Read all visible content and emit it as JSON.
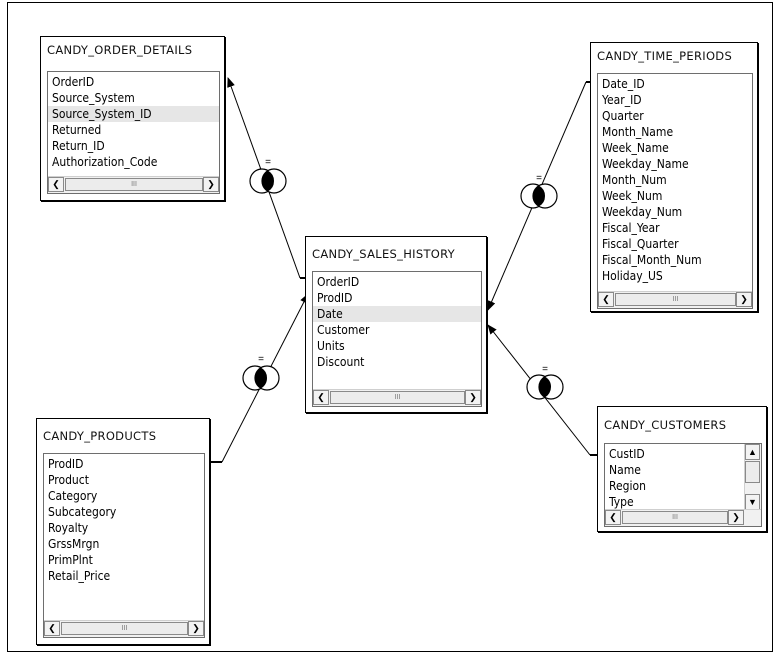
{
  "tables": {
    "order_details": {
      "title": "CANDY_ORDER_DETAILS",
      "fields": [
        "OrderID",
        "Source_System",
        "Source_System_ID",
        "Returned",
        "Return_ID",
        "Authorization_Code"
      ],
      "selected": "Source_System_ID"
    },
    "time_periods": {
      "title": "CANDY_TIME_PERIODS",
      "fields": [
        "Date_ID",
        "Year_ID",
        "Quarter",
        "Month_Name",
        "Week_Name",
        "Weekday_Name",
        "Month_Num",
        "Week_Num",
        "Weekday_Num",
        "Fiscal_Year",
        "Fiscal_Quarter",
        "Fiscal_Month_Num",
        "Holiday_US"
      ]
    },
    "sales_history": {
      "title": "CANDY_SALES_HISTORY",
      "fields": [
        "OrderID",
        "ProdID",
        "Date",
        "Customer",
        "Units",
        "Discount"
      ],
      "selected": "Date"
    },
    "products": {
      "title": "CANDY_PRODUCTS",
      "fields": [
        "ProdID",
        "Product",
        "Category",
        "Subcategory",
        "Royalty",
        "GrssMrgn",
        "PrimPlnt",
        "Retail_Price"
      ]
    },
    "customers": {
      "title": "CANDY_CUSTOMERS",
      "fields": [
        "CustID",
        "Name",
        "Region",
        "Type"
      ]
    }
  },
  "join_symbol": "=",
  "scroll_glyphs": {
    "left": "❮",
    "right": "❯",
    "up": "▲",
    "down": "▼",
    "grip": "III"
  }
}
